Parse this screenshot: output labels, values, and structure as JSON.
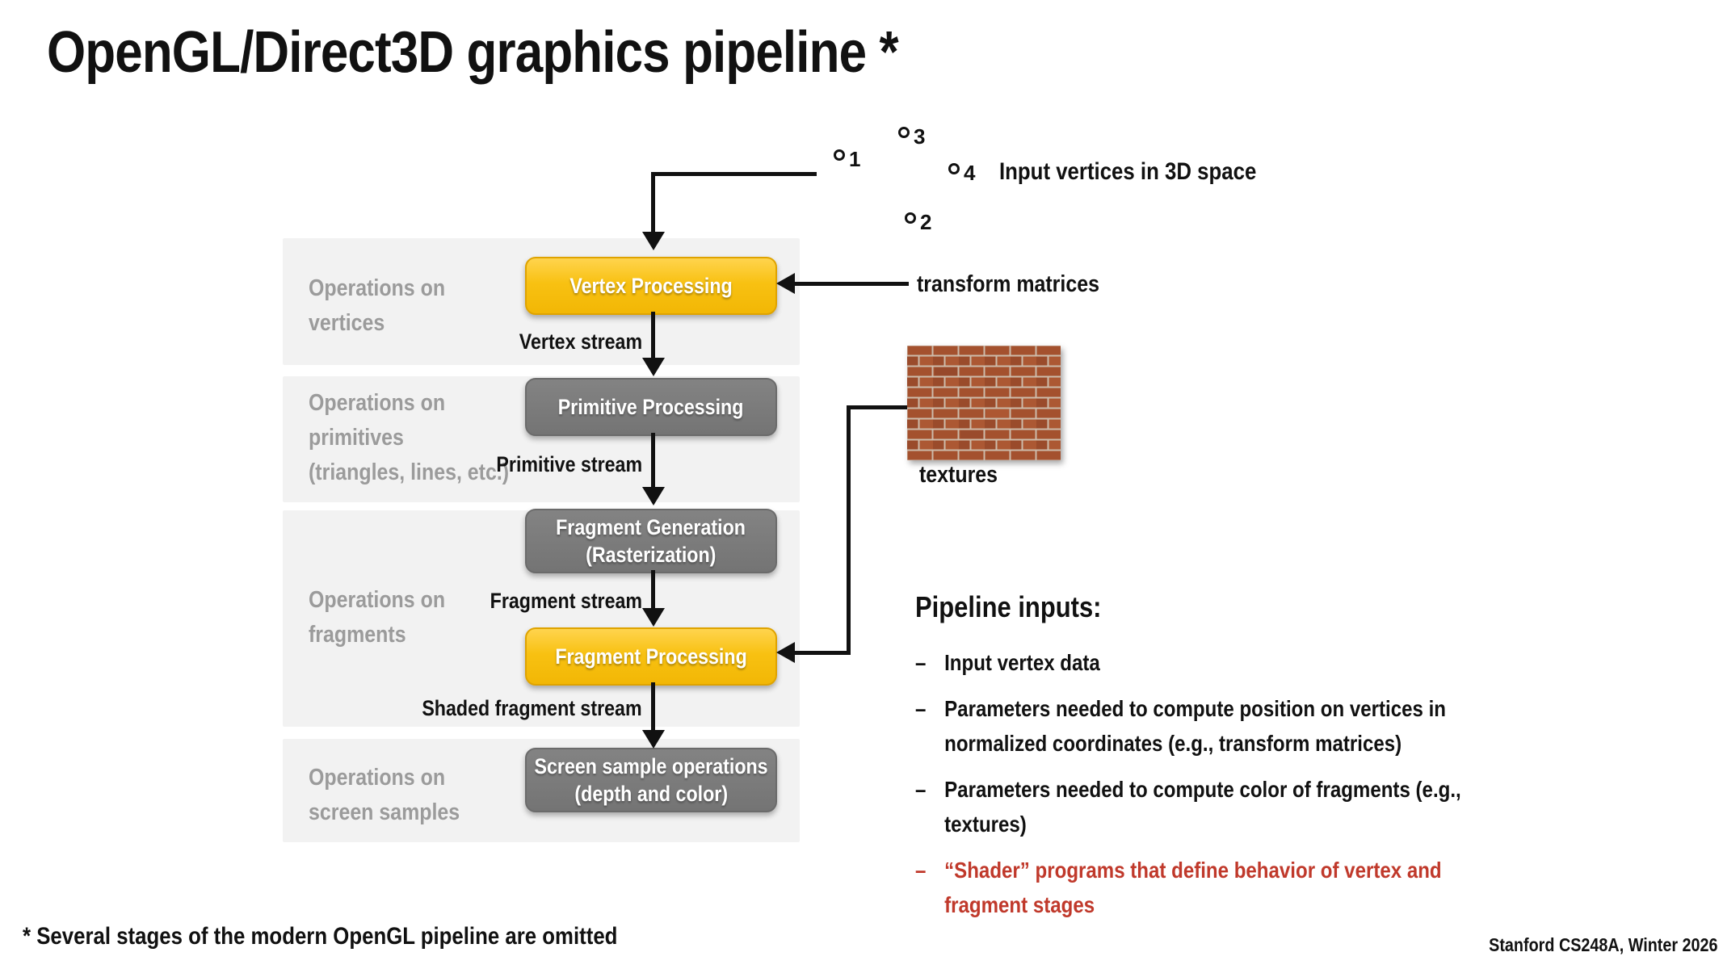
{
  "title": "OpenGL/Direct3D graphics pipeline *",
  "top_annotation": {
    "label": "Input vertices in 3D space",
    "markers": [
      {
        "n": "1"
      },
      {
        "n": "2"
      },
      {
        "n": "3"
      },
      {
        "n": "4"
      }
    ]
  },
  "pipeline": {
    "sections": [
      {
        "lines": [
          "Operations on",
          "vertices"
        ]
      },
      {
        "lines": [
          "Operations on",
          "primitives",
          "(triangles, lines, etc.)"
        ]
      },
      {
        "lines": [
          "Operations on",
          "fragments"
        ]
      },
      {
        "lines": [
          "Operations on",
          "screen samples"
        ]
      }
    ],
    "stages": [
      {
        "lines": [
          "Vertex Processing"
        ],
        "style": "yellow"
      },
      {
        "lines": [
          "Primitive Processing"
        ],
        "style": "gray"
      },
      {
        "lines": [
          "Fragment Generation",
          "(Rasterization)"
        ],
        "style": "gray"
      },
      {
        "lines": [
          "Fragment Processing"
        ],
        "style": "yellow"
      },
      {
        "lines": [
          "Screen sample operations",
          "(depth and color)"
        ],
        "style": "gray"
      }
    ],
    "streams": [
      "Vertex stream",
      "Primitive stream",
      "Fragment stream",
      "Shaded fragment stream"
    ]
  },
  "side_inputs": {
    "transform_label": "transform matrices",
    "texture_label": "textures"
  },
  "inputs_list": {
    "heading": "Pipeline inputs:",
    "bullet_glyph": "–",
    "items": [
      {
        "text": "Input vertex data",
        "emphasis": false
      },
      {
        "text": "Parameters needed to compute position on vertices in normalized coordinates (e.g., transform matrices)",
        "emphasis": false
      },
      {
        "text": "Parameters needed to compute color of fragments (e.g., textures)",
        "emphasis": false
      },
      {
        "text": "“Shader” programs that define behavior of vertex and fragment stages",
        "emphasis": true
      }
    ]
  },
  "footer": {
    "footnote": "* Several stages of the modern OpenGL pipeline are omitted",
    "credit": "Stanford CS248A, Winter 2026"
  },
  "colors": {
    "stage_yellow": "#F8C112",
    "stage_gray": "#787878",
    "panel_gray": "#F2F2F2",
    "section_label_gray": "#9B9B9B",
    "emphasis_red": "#C0392B",
    "arrow_black": "#111111",
    "brick_red": "#A4512E"
  }
}
